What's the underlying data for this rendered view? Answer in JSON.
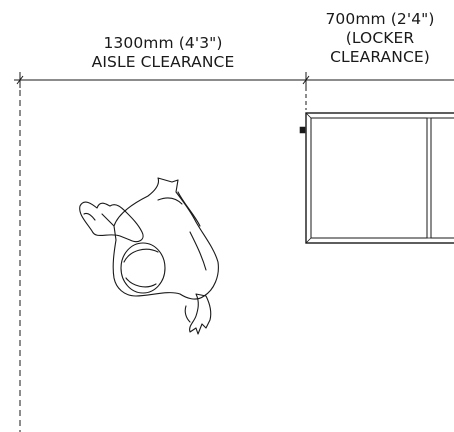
{
  "diagram": {
    "aisle": {
      "dimension_line1": "1300mm (4'3\")",
      "dimension_line2": "AISLE CLEARANCE"
    },
    "locker": {
      "dimension_line1": "700mm (2'4\")",
      "dimension_line2": "(LOCKER",
      "dimension_line3": "CLEARANCE)"
    },
    "colors": {
      "line": "#1a1a1a",
      "background": "#ffffff"
    },
    "elements": [
      "person-figure",
      "locker-unit",
      "dimension-lines"
    ]
  }
}
